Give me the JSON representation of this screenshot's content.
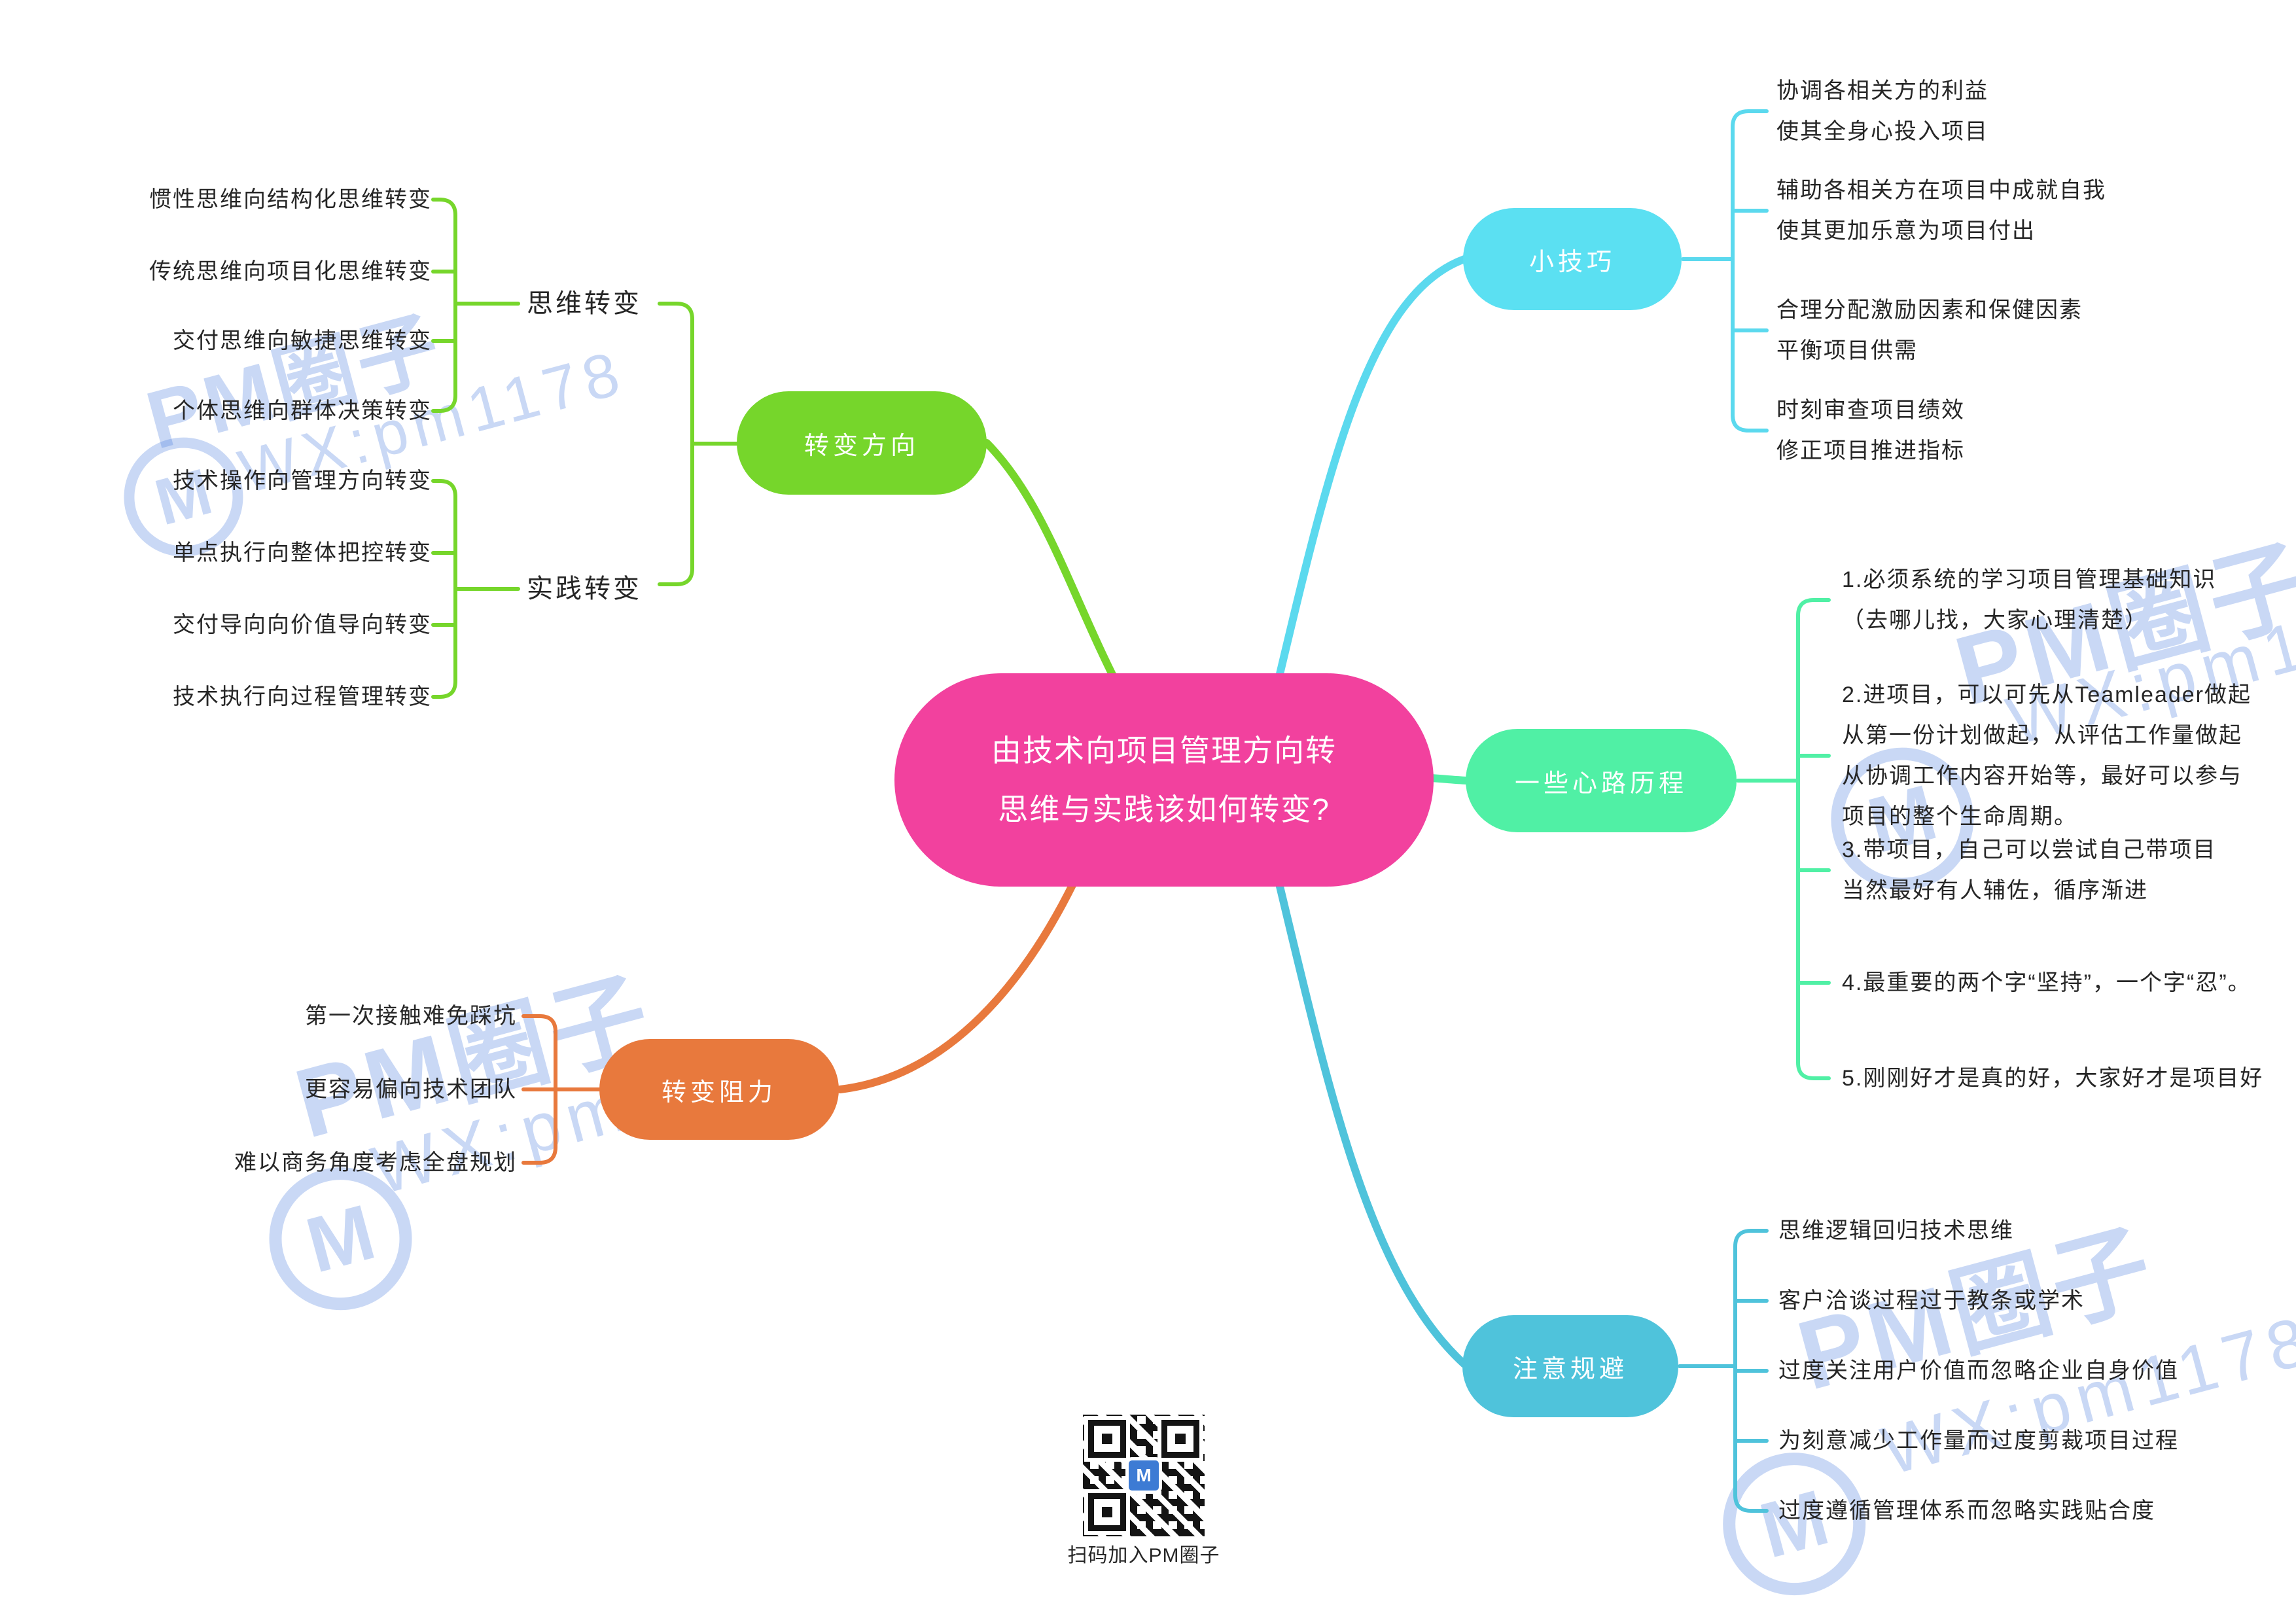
{
  "center": {
    "text": "由技术向项目管理方向转\n思维与实践该如何转变?",
    "color": "#F2419E"
  },
  "branches": {
    "direction": {
      "label": "转变方向",
      "color": "#76D62B",
      "groups": {
        "thinking": {
          "label": "思维转变",
          "items": [
            "惯性思维向结构化思维转变",
            "传统思维向项目化思维转变",
            "交付思维向敏捷思维转变",
            "个体思维向群体决策转变"
          ]
        },
        "practice": {
          "label": "实践转变",
          "items": [
            "技术操作向管理方向转变",
            "单点执行向整体把控转变",
            "交付导向向价值导向转变",
            "技术执行向过程管理转变"
          ]
        }
      }
    },
    "tips": {
      "label": "小技巧",
      "color": "#5BE0F2",
      "items": [
        "协调各相关方的利益\n使其全身心投入项目",
        "辅助各相关方在项目中成就自我\n使其更加乐意为项目付出",
        "合理分配激励因素和保健因素\n平衡项目供需",
        "时刻审查项目绩效\n修正项目推进指标"
      ]
    },
    "journey": {
      "label": "一些心路历程",
      "color": "#50F0A5",
      "items": [
        "1.必须系统的学习项目管理基础知识\n（去哪儿找，大家心理清楚）",
        "2.进项目，可以可先从Teamleader做起\n从第一份计划做起，从评估工作量做起\n从协调工作内容开始等，最好可以参与\n项目的整个生命周期。",
        "3.带项目，自己可以尝试自己带项目\n当然最好有人辅佐，循序渐进",
        "4.最重要的两个字“坚持”，一个字“忍”。",
        "5.刚刚好才是真的好，大家好才是项目好"
      ]
    },
    "avoid": {
      "label": "注意规避",
      "color": "#4FC3DB",
      "items": [
        "思维逻辑回归技术思维",
        "客户洽谈过程过于教条或学术",
        "过度关注用户价值而忽略企业自身价值",
        "为刻意减少工作量而过度剪裁项目过程",
        "过度遵循管理体系而忽略实践贴合度"
      ]
    },
    "resistance": {
      "label": "转变阻力",
      "color": "#E8793D",
      "items": [
        "第一次接触难免踩坑",
        "更容易偏向技术团队",
        "难以商务角度考虑全盘规划"
      ]
    }
  },
  "watermark": {
    "brand": "PM圈子",
    "wechat": "WX:pm1178",
    "logo_letter": "M",
    "color": "#4D7EDE"
  },
  "qr": {
    "caption": "扫码加入PM圈子",
    "logo_letter": "M"
  },
  "palette": {
    "text": "#262626",
    "background": "#FFFFFF"
  }
}
